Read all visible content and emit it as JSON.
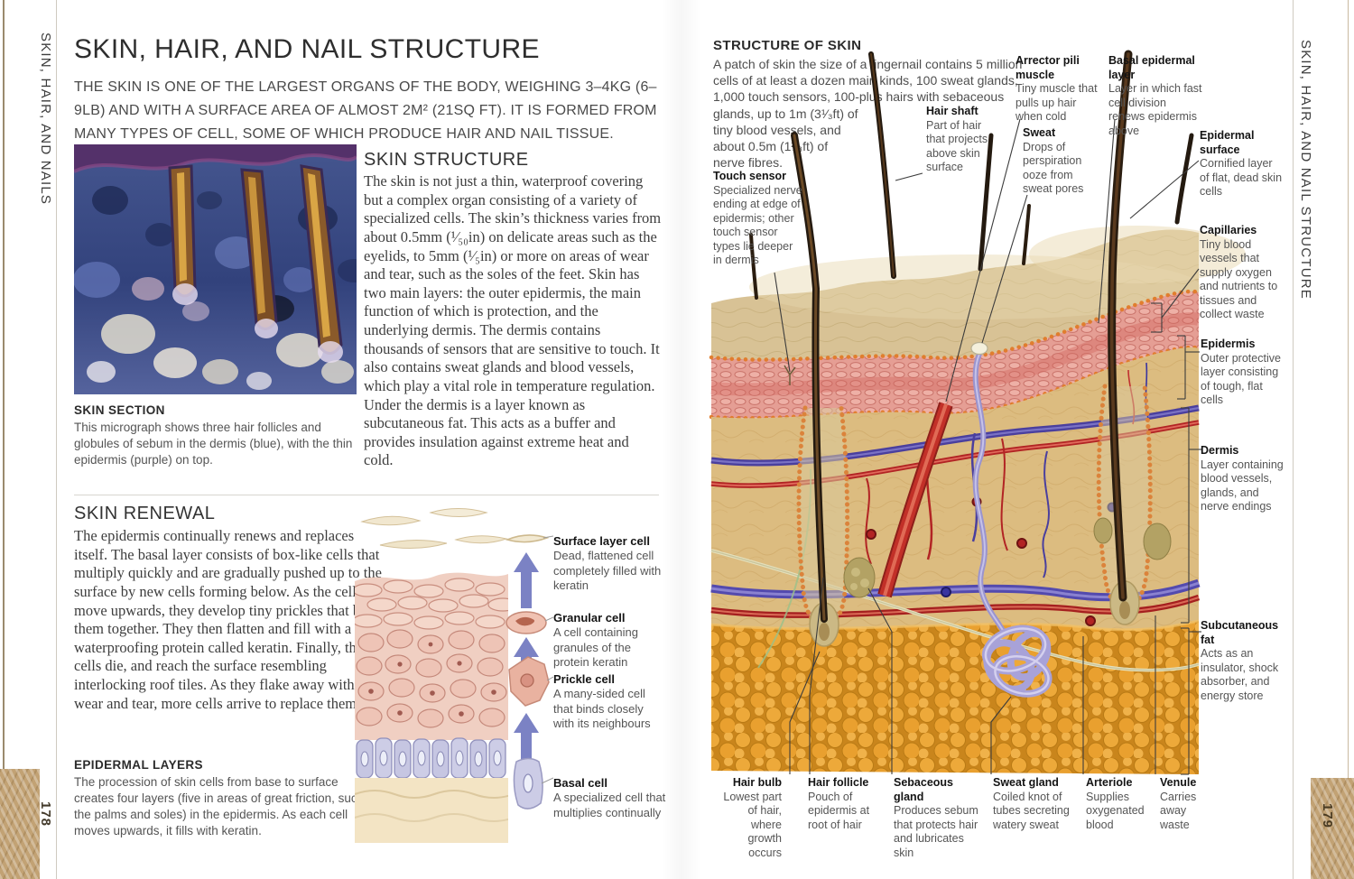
{
  "left_page": {
    "tab": "SKIN, HAIR, AND NAILS",
    "page_number": "178",
    "title": "SKIN, HAIR, AND NAIL STRUCTURE",
    "intro": "THE SKIN IS ONE OF THE LARGEST ORGANS OF THE BODY, WEIGHING 3–4KG (6–9LB) AND WITH A SURFACE AREA OF ALMOST 2M² (21SQ FT). IT IS FORMED FROM MANY TYPES OF CELL, SOME OF WHICH PRODUCE HAIR AND NAIL TISSUE.",
    "skin_structure": {
      "heading": "SKIN STRUCTURE",
      "body": "The skin is not just a thin, waterproof covering but a complex organ consisting of a variety of specialized cells. The skin’s thickness varies from about 0.5mm (¹⁄₅₀in) on delicate areas such as the eyelids, to 5mm (¹⁄₅in) or more on areas of wear and tear, such as the soles of the feet. Skin has two main layers: the outer epidermis, the main function of which is protection, and the underlying dermis. The dermis contains thousands of sensors that are sensitive to touch. It also contains sweat glands and blood vessels, which play a vital role in temperature regulation. Under the dermis is a layer known as subcutaneous fat. This acts as a buffer and provides insulation against extreme heat and cold."
    },
    "skin_section": {
      "heading": "SKIN SECTION",
      "caption": "This micrograph shows three hair follicles and globules of sebum in the dermis (blue), with the thin epidermis (purple) on top."
    },
    "skin_renewal": {
      "heading": "SKIN RENEWAL",
      "body": "The epidermis continually renews and replaces itself. The basal layer consists of box-like cells that multiply quickly and are gradually pushed up to the surface by new cells forming below. As the cells move upwards, they develop tiny prickles that bind them together. They then flatten and fill with a waterproofing protein called keratin. Finally, the cells die, and reach the surface resembling interlocking roof tiles. As they flake away with wear and tear, more cells arrive to replace them."
    },
    "epidermal_layers": {
      "heading": "EPIDERMAL LAYERS",
      "caption": "The procession of skin cells from base to surface creates four layers (five in areas of great friction, such as the palms and soles) in the epidermis. As each cell moves upwards, it fills with keratin.",
      "cells": [
        {
          "name": "Surface layer cell",
          "desc": "Dead, flattened cell completely filled with keratin"
        },
        {
          "name": "Granular cell",
          "desc": "A cell containing granules of the protein keratin"
        },
        {
          "name": "Prickle cell",
          "desc": "A many-sided cell that binds closely with its neighbours"
        },
        {
          "name": "Basal cell",
          "desc": "A specialized cell that multiplies continually"
        }
      ]
    }
  },
  "right_page": {
    "tab": "SKIN, HAIR, AND NAIL STRUCTURE",
    "page_number": "179",
    "structure_of_skin": {
      "heading": "STRUCTURE OF SKIN",
      "body": "A patch of skin the size of a fingernail contains 5 million cells of at least a dozen main kinds, 100 sweat glands, 1,000 touch sensors, 100-plus hairs with sebaceous glands, up to 1m (3¹⁄₃ft) of tiny blood vessels, and about 0.5m (1²⁄₃ft) of nerve fibres."
    },
    "labels": [
      {
        "name": "Touch sensor",
        "desc": "Specialized nerve ending at edge of epidermis; other touch sensor types lie deeper in dermis"
      },
      {
        "name": "Hair shaft",
        "desc": "Part of hair that projects above skin surface"
      },
      {
        "name": "Arrector pili muscle",
        "desc": "Tiny muscle that pulls up hair when cold"
      },
      {
        "name": "Sweat",
        "desc": "Drops of perspiration ooze from sweat pores"
      },
      {
        "name": "Basal epidermal layer",
        "desc": "Layer in which fast cell division renews epidermis above"
      },
      {
        "name": "Epidermal surface",
        "desc": "Cornified layer of flat, dead skin cells"
      },
      {
        "name": "Capillaries",
        "desc": "Tiny blood vessels that supply oxygen and nutrients to tissues and collect waste"
      },
      {
        "name": "Epidermis",
        "desc": "Outer protective layer consisting of tough, flat cells"
      },
      {
        "name": "Dermis",
        "desc": "Layer containing blood vessels, glands, and nerve endings"
      },
      {
        "name": "Subcutaneous fat",
        "desc": "Acts as an insulator, shock absorber, and energy store"
      },
      {
        "name": "Hair bulb",
        "desc": "Lowest part of hair, where growth occurs"
      },
      {
        "name": "Hair follicle",
        "desc": "Pouch of epidermis at root of hair"
      },
      {
        "name": "Sebaceous gland",
        "desc": "Produces sebum that protects hair and lubricates skin"
      },
      {
        "name": "Sweat gland",
        "desc": "Coiled knot of tubes secreting watery sweat"
      },
      {
        "name": "Arteriole",
        "desc": "Supplies oxygenated blood"
      },
      {
        "name": "Venule",
        "desc": "Carries away waste"
      }
    ]
  },
  "colors": {
    "epidermis_pink": "#e59e94",
    "dermis_tan": "#dcbc80",
    "fat_yellow": "#eda93a",
    "artery_red": "#b22424",
    "vein_blue": "#4a3f9e",
    "sweat_lavender": "#a8a2d8",
    "arrow_blue": "#7b82c4",
    "follicle_bead_orange": "#db833b"
  }
}
